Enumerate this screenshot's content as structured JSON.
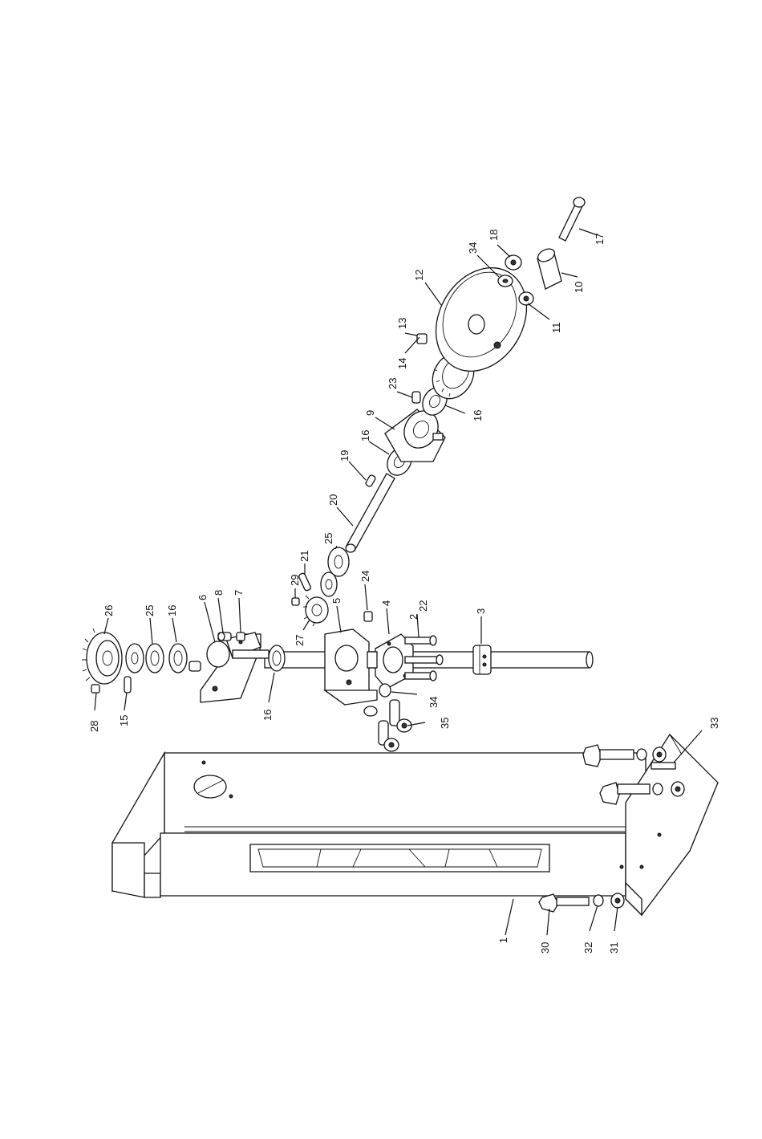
{
  "diagram": {
    "type": "exploded-parts-diagram",
    "line_color": "#111111",
    "background": "#ffffff",
    "callouts": [
      {
        "id": "c26",
        "text": "26"
      },
      {
        "id": "c25a",
        "text": "25"
      },
      {
        "id": "c16a",
        "text": "16"
      },
      {
        "id": "c6",
        "text": "6"
      },
      {
        "id": "c8",
        "text": "8"
      },
      {
        "id": "c7",
        "text": "7"
      },
      {
        "id": "c28",
        "text": "28"
      },
      {
        "id": "c15",
        "text": "15"
      },
      {
        "id": "c16b",
        "text": "16"
      },
      {
        "id": "c29",
        "text": "29"
      },
      {
        "id": "c21",
        "text": "21"
      },
      {
        "id": "c27",
        "text": "27"
      },
      {
        "id": "c5",
        "text": "5"
      },
      {
        "id": "c25b",
        "text": "25"
      },
      {
        "id": "c24",
        "text": "24"
      },
      {
        "id": "c4",
        "text": "4"
      },
      {
        "id": "c22",
        "text": "22"
      },
      {
        "id": "c2",
        "text": "2"
      },
      {
        "id": "c3",
        "text": "3"
      },
      {
        "id": "c34a",
        "text": "34"
      },
      {
        "id": "c35",
        "text": "35"
      },
      {
        "id": "c20",
        "text": "20"
      },
      {
        "id": "c19",
        "text": "19"
      },
      {
        "id": "c16c",
        "text": "16"
      },
      {
        "id": "c9",
        "text": "9"
      },
      {
        "id": "c23",
        "text": "23"
      },
      {
        "id": "c16d",
        "text": "16"
      },
      {
        "id": "c14",
        "text": "14"
      },
      {
        "id": "c13",
        "text": "13"
      },
      {
        "id": "c12",
        "text": "12"
      },
      {
        "id": "c34b",
        "text": "34"
      },
      {
        "id": "c18",
        "text": "18"
      },
      {
        "id": "c11",
        "text": "11"
      },
      {
        "id": "c10",
        "text": "10"
      },
      {
        "id": "c17",
        "text": "17"
      },
      {
        "id": "c33",
        "text": "33"
      },
      {
        "id": "c1",
        "text": "1"
      },
      {
        "id": "c30",
        "text": "30"
      },
      {
        "id": "c32",
        "text": "32"
      },
      {
        "id": "c31",
        "text": "31"
      }
    ]
  }
}
